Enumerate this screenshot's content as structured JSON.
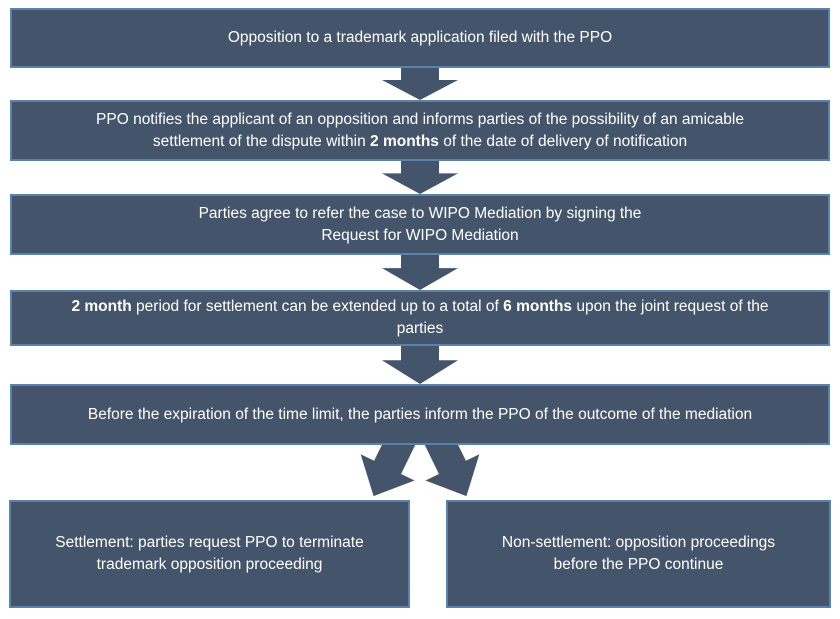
{
  "colors": {
    "background": "#FFFFFF",
    "box_fill": "#44546A",
    "box_border": "#5B82AB",
    "arrow_fill": "#44546A",
    "text": "#FFFFFF"
  },
  "flow": {
    "boxes": [
      {
        "id": "opposition-filed",
        "lines": [
          [
            {
              "t": "Opposition to a trademark application filed with the PPO"
            }
          ]
        ]
      },
      {
        "id": "ppo-notifies",
        "lines": [
          [
            {
              "t": "PPO notifies the applicant of an opposition and informs parties of the possibility of an amicable"
            }
          ],
          [
            {
              "t": "settlement of the dispute within "
            },
            {
              "t": "2 months",
              "b": true
            },
            {
              "t": " of the date of delivery of notification"
            }
          ]
        ]
      },
      {
        "id": "wipo-mediation-request",
        "lines": [
          [
            {
              "t": "Parties agree to refer the case to WIPO Mediation by signing the"
            }
          ],
          [
            {
              "t": "Request for WIPO Mediation"
            }
          ]
        ]
      },
      {
        "id": "extension-period",
        "lines": [
          [
            {
              "t": "2 month",
              "b": true
            },
            {
              "t": " period for settlement can be extended up to a total of "
            },
            {
              "t": "6 months",
              "b": true
            },
            {
              "t": " upon the joint request of the"
            }
          ],
          [
            {
              "t": "parties"
            }
          ]
        ]
      },
      {
        "id": "inform-outcome",
        "lines": [
          [
            {
              "t": "Before the expiration of the time limit, the parties inform the PPO of the outcome of the mediation"
            }
          ]
        ]
      },
      {
        "id": "settlement",
        "lines": [
          [
            {
              "t": "Settlement: parties request PPO to terminate"
            }
          ],
          [
            {
              "t": "trademark opposition proceeding"
            }
          ]
        ]
      },
      {
        "id": "non-settlement",
        "lines": [
          [
            {
              "t": "Non-settlement: opposition proceedings"
            }
          ],
          [
            {
              "t": "before the PPO continue"
            }
          ]
        ]
      }
    ]
  }
}
